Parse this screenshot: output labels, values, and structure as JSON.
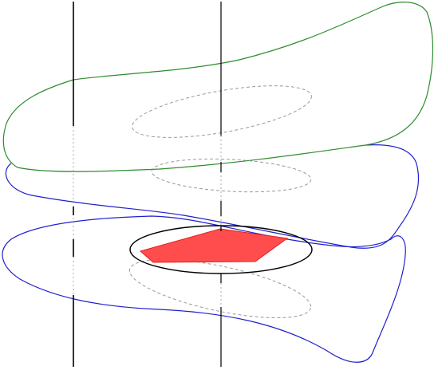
{
  "diagram": {
    "colors": {
      "background": "#ffffff",
      "top_sheet": "#2e8b2e",
      "middle_sheet": "#1f1fd0",
      "bottom_sheet": "#1f1fd0",
      "hidden_ellipse": "#999999",
      "highlight_ellipse": "#000000",
      "pentagon_fill": "#ff4d4d",
      "pentagon_stroke": "#e02020",
      "axis_line": "#000000",
      "hidden_axis": "#aaaaaa"
    },
    "elements": [
      "axis-line-left",
      "axis-line-right",
      "top-sheet",
      "middle-sheet",
      "bottom-sheet",
      "dashed-ellipse-top",
      "dashed-ellipse-middle",
      "dashed-ellipse-bottom",
      "solid-ellipse",
      "red-pentagon"
    ]
  }
}
